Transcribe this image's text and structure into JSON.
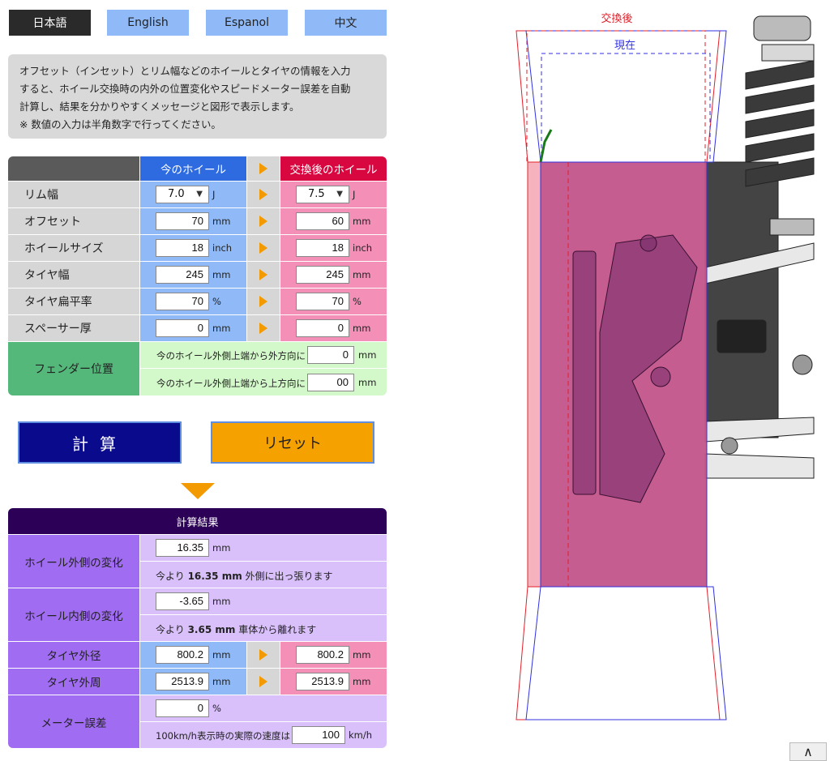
{
  "languages": [
    "日本語",
    "English",
    "Espanol",
    "中文"
  ],
  "description": [
    "オフセット（インセット）とリム幅などのホイールとタイヤの情報を入力",
    "すると、ホイール交換時の内外の位置変化やスピードメーター誤差を自動",
    "計算し、結果を分かりやすくメッセージと図形で表示します。",
    "※ 数値の入力は半角数字で行ってください。"
  ],
  "table": {
    "header_current": "今のホイール",
    "header_new": "交換後のホイール",
    "rows": [
      {
        "label": "リム幅",
        "current": "7.0",
        "new": "7.5",
        "unit": "J"
      },
      {
        "label": "オフセット",
        "current": "70",
        "new": "60",
        "unit": "mm"
      },
      {
        "label": "ホイールサイズ",
        "current": "18",
        "new": "18",
        "unit": "inch"
      },
      {
        "label": "タイヤ幅",
        "current": "245",
        "new": "245",
        "unit": "mm"
      },
      {
        "label": "タイヤ扁平率",
        "current": "70",
        "new": "70",
        "unit": "%"
      },
      {
        "label": "スペーサー厚",
        "current": "0",
        "new": "0",
        "unit": "mm"
      }
    ],
    "fender": {
      "label": "フェンダー位置",
      "line1_text": "今のホイール外側上端から外方向に",
      "line1_value": "0",
      "line2_text": "今のホイール外側上端から上方向に",
      "line2_value": "00",
      "unit": "mm"
    }
  },
  "buttons": {
    "calc": "計算",
    "reset": "リセット"
  },
  "result": {
    "title": "計算結果",
    "outer": {
      "label": "ホイール外側の変化",
      "value": "16.35",
      "unit": "mm",
      "msg_pre": "今より ",
      "msg_bold": "16.35 mm",
      "msg_post": " 外側に出っ張ります"
    },
    "inner": {
      "label": "ホイール内側の変化",
      "value": "-3.65",
      "unit": "mm",
      "msg_pre": "今より ",
      "msg_bold": "3.65 mm",
      "msg_post": " 車体から離れます"
    },
    "diameter": {
      "label": "タイヤ外径",
      "current": "800.2",
      "new": "800.2",
      "unit": "mm"
    },
    "circumference": {
      "label": "タイヤ外周",
      "current": "2513.9",
      "new": "2513.9",
      "unit": "mm"
    },
    "meter": {
      "label": "メーター誤差",
      "value": "0",
      "unit": "%",
      "speed_text": "100km/h表示時の実際の速度は",
      "speed_value": "100",
      "speed_unit": "km/h"
    }
  },
  "diagram": {
    "label_new": "交換後",
    "label_current": "現在",
    "color_new": "#e0202a",
    "color_current": "#3030e0",
    "fill_tire": "#b0397f"
  },
  "scroll_top": "∧"
}
